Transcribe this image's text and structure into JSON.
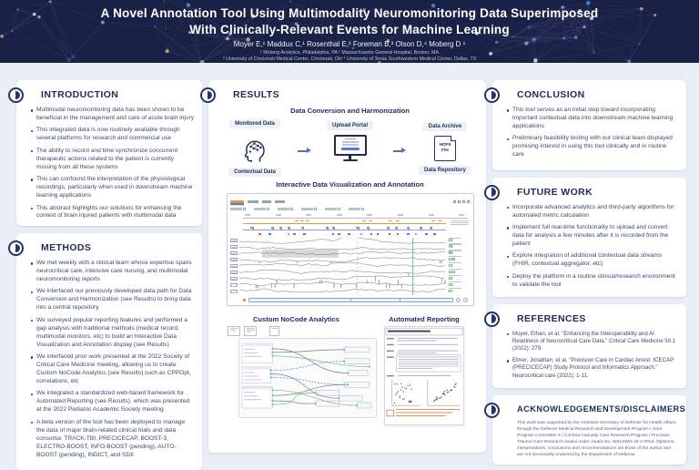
{
  "poster": {
    "title_line1": "A Novel Annotation Tool Using Multimodality Neuromonitoring Data Superimposed",
    "title_line2": "With Clinically-Relevant Events for Machine Learning",
    "authors": "Moyer E,¹  Maddux C,¹  Rosenthal E,²  Foreman B,³  Olson D,⁴  Moberg D ¹",
    "affiliations_line1": "¹ Moberg Analytics, Philadelphia, PA    ² Massachusetts General Hospital, Boston, MA",
    "affiliations_line2": "³ University of Cincinnati Medical Center, Cincinnati, OH    ⁴ University of Texas Southwestern Medical Center, Dallas, TX"
  },
  "introduction": {
    "title": "INTRODUCTION",
    "bullets": [
      "Multimodal neuromonitoring data has been shown to be beneficial in the management and care of acute brain injury",
      "This integrated data is now routinely available through several platforms for research and commercial use",
      "The ability to record and time synchronize concurrent therapeutic actions related to the patient is currently missing from all these systems",
      "This can confound the interpretation of the physiological recordings, particularly when used in downstream machine learning applications",
      "This abstract highlights our solutions for enhancing the context of brain injured patients with multimodal data"
    ]
  },
  "methods": {
    "title": "METHODS",
    "bullets": [
      "We met weekly with a clinical team whose expertise spans neurocritical care, intensive care nursing, and multimodal neuromonitoring reports",
      "We interfaced our previously developed data path for Data Conversion and Harmonization (see Results) to bring data into a central repository",
      "We surveyed popular reporting features and performed a gap analysis with traditional methods (medical record, multimodal monitors, etc) to build an Interactive Data Visualization and Annotation display (see Results)",
      "We interfaced prior work presented at the 2022 Society of Critical Care Medicine meeting, allowing us to create Custom NoCode Analytics (see Results) such as CPPOpt, correlations, etc",
      "We integrated a standardized web-based framework for Automated Reporting (see Results), which was presented at the 2022 Pediatric Academic Society meeting",
      "A beta version of the tool has been deployed to manage the data of major brain-related clinical trials and data consortia: TRACK-TBI, PRECICECAP, BOOST-3, ELECTRO-BOOST, INFO-BOOST (pending), AUTO-BOOST (pending), INDICT, and SDII"
    ]
  },
  "results": {
    "title": "RESULTS",
    "fig1_title": "Data Conversion and Harmonization",
    "flow": {
      "monitored": "Monitored Data",
      "contextual": "Contextual Data",
      "upload": "Upload Portal",
      "archive": "Data Archive",
      "repository": "Data Repository",
      "hdf5_line1": "HDF5",
      "hdf5_line2": "File"
    },
    "fig2_title": "Interactive Data Visualization and Annotation",
    "viz": {
      "values": [
        "23",
        "76",
        "95",
        "149",
        "73",
        "100",
        "23",
        "23",
        "97"
      ]
    },
    "fig3_title": "Custom NoCode Analytics",
    "fig4_title": "Automated Reporting"
  },
  "conclusion": {
    "title": "CONCLUSION",
    "bullets": [
      "This tool serves as an initial step toward incorporating important contextual data into downstream machine learning applications",
      "Preliminary feasibility testing with our clinical team displayed promising interest in using this tool clinically and in routine care"
    ]
  },
  "future_work": {
    "title": "FUTURE WORK",
    "bullets": [
      "Incorporate advanced analytics and third-party algorithms for automated metric calculation",
      "Implement full real-time functionality to upload and convert data for analysis a few minutes after it is recorded from the patient",
      "Explore integration of additional contextual data streams (FHIR, contextual aggregator, etc)",
      "Deploy the platform in a routine clinical/research environment to validate the tool"
    ]
  },
  "references": {
    "title": "REFERENCES",
    "items": [
      "Moyer, Ethan, et al. “Enhancing the Interoperability and AI Readiness of Neurocritical Care Data.” Critical Care Medicine 50.1 (2022): 279.",
      "Elmer, Jonathan, et al. “Precision Care in Cardiac Arrest: ICECAP (PRECICECAP) Study Protocol and Informatics Approach.” Neurocritical care (2022): 1-11."
    ]
  },
  "acknowledgements": {
    "title": "ACKNOWLEDGEMENTS/DISCLAIMERS",
    "text": "This work was supported by the Assistant Secretary of Defense for Health Affairs, through the Defense Medical Research and Development Program / Joint Program Committee 6 / Combat Casualty Care Research Program / Precision Trauma Care Research Award under Award No. W81XWH-19-2-0013. Opinions, interpretations, conclusions and recommendations are those of the author and are not necessarily endorsed by the Department of Defense."
  }
}
